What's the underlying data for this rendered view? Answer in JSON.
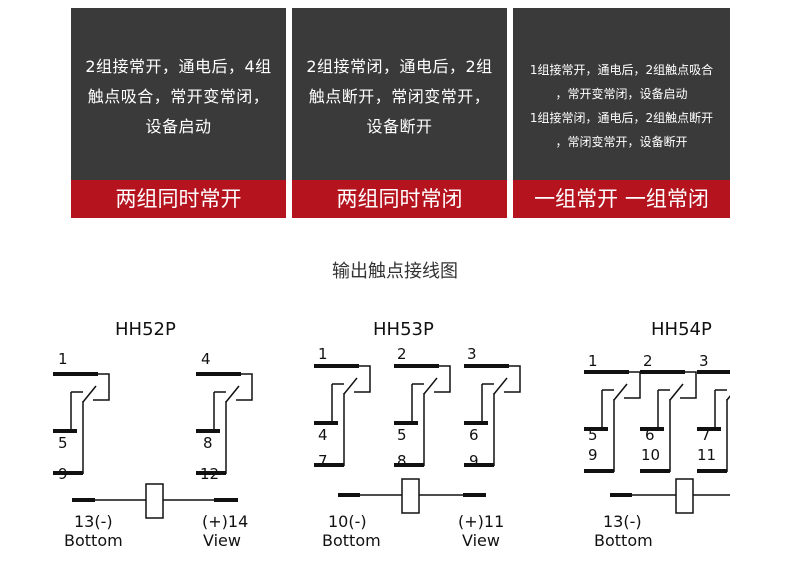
{
  "cards": [
    {
      "lines": [
        "2组接常开，通电后，4组",
        "触点吸合，常开变常闭，",
        "设备启动"
      ],
      "band": "两组同时常开"
    },
    {
      "lines": [
        "2组接常闭，通电后，2组",
        "触点断开，常闭变常开，",
        "设备断开"
      ],
      "band": "两组同时常闭"
    },
    {
      "lines": [
        "1组接常开，通电后，2组触点吸合",
        "，常开变常闭，设备启动",
        "1组接常闭，通电后，2组触点断开",
        "，常闭变常开，设备断开"
      ],
      "band": "一组常开 一组常闭"
    }
  ],
  "section_title": "输出触点接线图",
  "diagrams": {
    "hh52p": {
      "title": "HH52P",
      "pins": {
        "p1": "1",
        "p5": "5",
        "p9": "9",
        "p4": "4",
        "p8": "8",
        "p12": "12"
      },
      "coil_left": "13(-)",
      "coil_right": "(+)14",
      "bottom": "Bottom",
      "view": "View"
    },
    "hh53p": {
      "title": "HH53P",
      "pins": {
        "p1": "1",
        "p4": "4",
        "p7": "7",
        "p2": "2",
        "p5": "5",
        "p8": "8",
        "p3": "3",
        "p6": "6",
        "p9": "9"
      },
      "coil_left": "10(-)",
      "coil_right": "(+)11",
      "bottom": "Bottom",
      "view": "View"
    },
    "hh54p": {
      "title": "HH54P",
      "pins": {
        "p1": "1",
        "p5": "5",
        "p9": "9",
        "p2": "2",
        "p6": "6",
        "p10": "10",
        "p3": "3",
        "p7": "7",
        "p11": "11"
      },
      "coil_left": "13(-)",
      "bottom": "Bottom"
    }
  }
}
